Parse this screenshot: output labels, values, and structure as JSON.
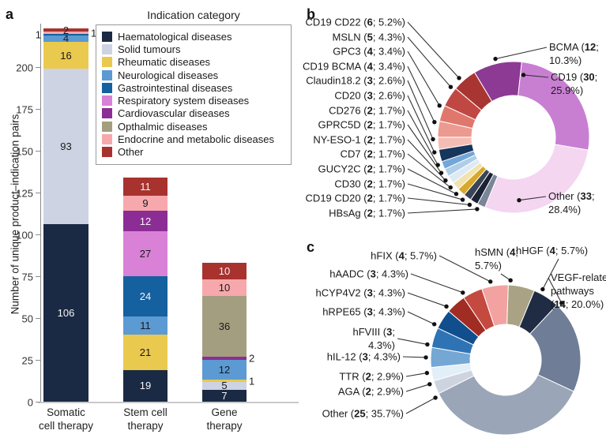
{
  "panel_labels": {
    "a": "a",
    "b": "b",
    "c": "c"
  },
  "chart_data": [
    {
      "id": "a",
      "type": "bar",
      "stacked": true,
      "ylabel": "Number of unique product–indication pairs",
      "ylim": [
        0,
        225
      ],
      "yticks": [
        0,
        25,
        50,
        75,
        100,
        125,
        150,
        175,
        200
      ],
      "grid": false,
      "legend_title": "Indication category",
      "legend_position": "top-right-box",
      "legend": [
        {
          "label": "Haematological diseases",
          "color": "#1b2a44"
        },
        {
          "label": "Solid tumours",
          "color": "#cdd3e2"
        },
        {
          "label": "Rheumatic diseases",
          "color": "#eac94f"
        },
        {
          "label": "Neurological diseases",
          "color": "#5b9ad2"
        },
        {
          "label": "Gastrointestinal diseases",
          "color": "#15609f"
        },
        {
          "label": "Respiratory system diseases",
          "color": "#d981d6"
        },
        {
          "label": "Cardiovascular diseases",
          "color": "#8c2d96"
        },
        {
          "label": "Opthalmic diseases",
          "color": "#a49e80"
        },
        {
          "label": "Endocrine and metabolic diseases",
          "color": "#f7a8ac"
        },
        {
          "label": "Other",
          "color": "#a8322d"
        }
      ],
      "categories": [
        "Somatic cell therapy",
        "Stem cell therapy",
        "Gene therapy"
      ],
      "cat_lines": [
        [
          "Somatic",
          "cell therapy"
        ],
        [
          "Stem cell",
          "therapy"
        ],
        [
          "Gene",
          "therapy"
        ]
      ],
      "series": [
        {
          "category": "Somatic cell therapy",
          "segments": [
            {
              "label": "Haematological diseases",
              "value": 106
            },
            {
              "label": "Solid tumours",
              "value": 93
            },
            {
              "label": "Rheumatic diseases",
              "value": 16
            },
            {
              "label": "Neurological diseases",
              "value": 4
            },
            {
              "label": "Gastrointestinal diseases",
              "value": 1,
              "out": "left"
            },
            {
              "label": "Endocrine and metabolic diseases",
              "value": 1,
              "out": "right"
            },
            {
              "label": "Other",
              "value": 2
            }
          ]
        },
        {
          "category": "Stem cell therapy",
          "segments": [
            {
              "label": "Haematological diseases",
              "value": 19
            },
            {
              "label": "Rheumatic diseases",
              "value": 21
            },
            {
              "label": "Neurological diseases",
              "value": 11
            },
            {
              "label": "Gastrointestinal diseases",
              "value": 24
            },
            {
              "label": "Respiratory system diseases",
              "value": 27
            },
            {
              "label": "Cardiovascular diseases",
              "value": 12
            },
            {
              "label": "Endocrine and metabolic diseases",
              "value": 9
            },
            {
              "label": "Other",
              "value": 11
            }
          ]
        },
        {
          "category": "Gene therapy",
          "segments": [
            {
              "label": "Haematological diseases",
              "value": 7
            },
            {
              "label": "Solid tumours",
              "value": 5
            },
            {
              "label": "Rheumatic diseases",
              "value": 1,
              "out": "right"
            },
            {
              "label": "Neurological diseases",
              "value": 12
            },
            {
              "label": "Cardiovascular diseases",
              "value": 2,
              "out": "right"
            },
            {
              "label": "Opthalmic diseases",
              "value": 36
            },
            {
              "label": "Endocrine and metabolic diseases",
              "value": 10
            },
            {
              "label": "Other",
              "value": 10
            }
          ]
        }
      ]
    },
    {
      "id": "b",
      "type": "donut",
      "start_angle": -121,
      "slices": [
        {
          "name": "BCMA",
          "count": 12,
          "pct": "10.3%",
          "color": "#8c3a94",
          "lx": 692,
          "ly": 60,
          "la": "lt",
          "lw": 80,
          "dot_angle": -103
        },
        {
          "name": "CD19",
          "count": 30,
          "pct": "25.9%",
          "color": "#c87fd2",
          "lx": 694,
          "ly": 98,
          "la": "lt",
          "lw": 80,
          "dot_angle": -81,
          "dot_r": 80
        },
        {
          "name": "Other",
          "count": 33,
          "pct": "28.4%",
          "color": "#f4d6f1",
          "lx": 691,
          "ly": 249,
          "la": "lt",
          "lw": 86,
          "dot_angle": 85,
          "dot_r": 80
        },
        {
          "name": "HBsAg",
          "count": 2,
          "pct": "1.7%",
          "color": "#76descent",
          "lx": 516,
          "ly": 270,
          "la": "r"
        },
        {
          "name": "CD19 CD20",
          "count": 2,
          "pct": "1.7%",
          "color": "#1a2335",
          "lx": 516,
          "ly": 251,
          "la": "r"
        },
        {
          "name": "CD30",
          "count": 2,
          "pct": "1.7%",
          "color": "#3c4555",
          "lx": 516,
          "ly": 233,
          "la": "r"
        },
        {
          "name": "GUCY2C",
          "count": 2,
          "pct": "1.7%",
          "color": "#d9a82a",
          "lx": 516,
          "ly": 214,
          "la": "r"
        },
        {
          "name": "CD7",
          "count": 2,
          "pct": "1.7%",
          "color": "#f2e3ae",
          "lx": 516,
          "ly": 195,
          "la": "r"
        },
        {
          "name": "NY-ESO-1",
          "count": 2,
          "pct": "1.7%",
          "color": "#ddeaf5",
          "lx": 516,
          "ly": 177,
          "la": "r"
        },
        {
          "name": "GPRC5D",
          "count": 2,
          "pct": "1.7%",
          "color": "#aecde9",
          "lx": 516,
          "ly": 158,
          "la": "r"
        },
        {
          "name": "CD276",
          "count": 2,
          "pct": "1.7%",
          "color": "#74a7d8",
          "lx": 516,
          "ly": 140,
          "la": "r"
        },
        {
          "name": "CD20",
          "count": 3,
          "pct": "2.6%",
          "color": "#16365c",
          "lx": 516,
          "ly": 121,
          "la": "r"
        },
        {
          "name": "Claudin18.2",
          "count": 3,
          "pct": "2.6%",
          "color": "#f4bdb4",
          "lx": 516,
          "ly": 102,
          "la": "r"
        },
        {
          "name": "CD19 BCMA",
          "count": 4,
          "pct": "3.4%",
          "color": "#ec9a8f",
          "lx": 516,
          "ly": 84,
          "la": "r"
        },
        {
          "name": "GPC3",
          "count": 4,
          "pct": "3.4%",
          "color": "#e0776d",
          "lx": 516,
          "ly": 65,
          "la": "r"
        },
        {
          "name": "MSLN",
          "count": 5,
          "pct": "4.3%",
          "color": "#c14743",
          "lx": 516,
          "ly": 47,
          "la": "r"
        },
        {
          "name": "CD19 CD22",
          "count": 6,
          "pct": "5.2%",
          "color": "#a93532",
          "lx": 516,
          "ly": 28,
          "la": "r"
        }
      ]
    },
    {
      "id": "c",
      "type": "donut",
      "start_angle": -88,
      "slices": [
        {
          "name": "hSMN",
          "count": 4,
          "pct": "5.7%",
          "color": "#a9a284",
          "lx": 634,
          "ly": 347,
          "la": "cb",
          "lw": 66
        },
        {
          "name": "hHGF",
          "count": 4,
          "pct": "5.7%",
          "color": "#1f2c44",
          "lx": 707,
          "ly": 328,
          "la": "cb",
          "lw": 108
        },
        {
          "name": "VEGF-related pathways",
          "count": 14,
          "pct": "20.0%",
          "color": "#6f7d96",
          "lx": 694,
          "ly": 352,
          "la": "lt",
          "lw": 80
        },
        {
          "name": "Other",
          "count": 25,
          "pct": "35.7%",
          "color": "#9aa5b8",
          "lx": 514,
          "ly": 524,
          "la": "r"
        },
        {
          "name": "AGA",
          "count": 2,
          "pct": "2.9%",
          "color": "#ced4df",
          "lx": 514,
          "ly": 496,
          "la": "r"
        },
        {
          "name": "TTR",
          "count": 2,
          "pct": "2.9%",
          "color": "#e2eef8",
          "lx": 514,
          "ly": 477,
          "la": "r"
        },
        {
          "name": "hIL-12",
          "count": 3,
          "pct": "4.3%",
          "color": "#74a7d4",
          "lx": 510,
          "ly": 452,
          "la": "r"
        },
        {
          "name": "hFVIII",
          "count": 3,
          "pct": "4.3%",
          "color": "#2e74b5",
          "lx": 503,
          "ly": 429,
          "la": "r",
          "lw": 62
        },
        {
          "name": "hRPE65",
          "count": 3,
          "pct": "4.3%",
          "color": "#114e8d",
          "lx": 516,
          "ly": 395,
          "la": "r"
        },
        {
          "name": "hCYP4V2",
          "count": 3,
          "pct": "4.3%",
          "color": "#a02c24",
          "lx": 516,
          "ly": 371,
          "la": "r"
        },
        {
          "name": "hAADC",
          "count": 3,
          "pct": "4.3%",
          "color": "#c4493e",
          "lx": 520,
          "ly": 347,
          "la": "r"
        },
        {
          "name": "hFIX",
          "count": 4,
          "pct": "5.7%",
          "color": "#f2a3a1",
          "lx": 556,
          "ly": 324,
          "la": "r",
          "dot_angle": 259
        }
      ]
    }
  ]
}
